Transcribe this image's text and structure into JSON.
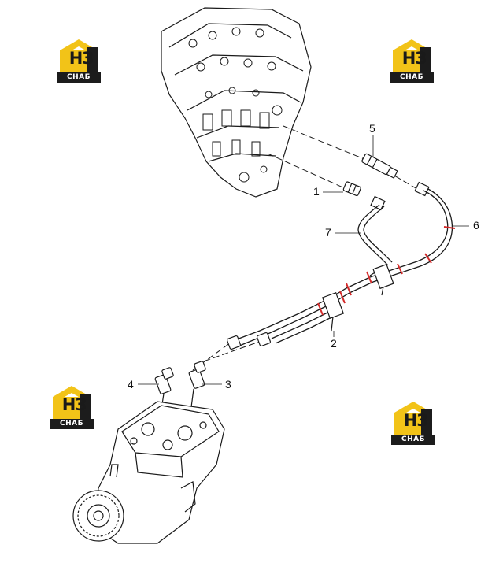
{
  "diagram": {
    "callouts": [
      {
        "id": "1",
        "label": "1"
      },
      {
        "id": "2",
        "label": "2"
      },
      {
        "id": "3",
        "label": "3"
      },
      {
        "id": "4",
        "label": "4"
      },
      {
        "id": "5",
        "label": "5"
      },
      {
        "id": "6",
        "label": "6"
      },
      {
        "id": "7",
        "label": "7"
      }
    ],
    "watermark": {
      "brand": "НЗ",
      "subtitle": "СНАБ",
      "colors": {
        "accent": "#f2c318",
        "dark": "#1c1c1c"
      }
    },
    "colors": {
      "line": "#1a1a1a",
      "highlight": "#d42a2a",
      "background": "#ffffff"
    }
  }
}
